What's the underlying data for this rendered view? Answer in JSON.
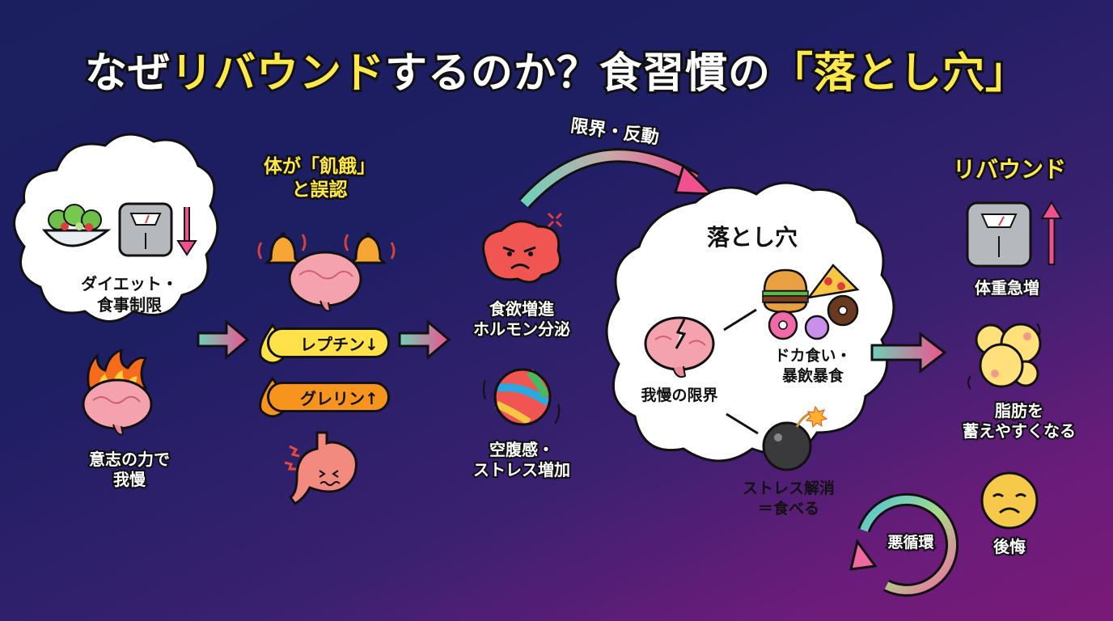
{
  "title": {
    "part1": "なぜ",
    "part2": "リバウンド",
    "part3": "するのか？食習慣の",
    "part4": "「落とし穴」"
  },
  "colors": {
    "bg_top_left": "#1b1f5f",
    "bg_bottom_right": "#7a1a78",
    "accent_yellow": "#ffe84a",
    "accent_pink": "#f0508f",
    "accent_teal": "#6fd0b8",
    "leptin_pill": "#ffe24a",
    "ghrelin_pill": "#f7941d"
  },
  "step1": {
    "cloud_label": "ダイエット・\n食事制限",
    "icons": [
      "salad-bowl-icon",
      "bathroom-scale-icon",
      "arrow-down-icon"
    ],
    "sub_label": "意志の力で\n我慢",
    "sub_icon": "burning-brain-icon"
  },
  "step2": {
    "heading": "体が「飢餓」\nと誤認",
    "icon": "alarm-bells-brain-icon",
    "hormones": [
      {
        "label": "レプチン↓",
        "icon": "drop-icon",
        "color": "#ffe24a"
      },
      {
        "label": "グレリン↑",
        "icon": "drop-icon",
        "color": "#f7941d"
      }
    ],
    "bottom_icon": "upset-stomach-icon"
  },
  "step3": {
    "items": [
      {
        "label": "食欲増進\nホルモン分泌",
        "icon": "angry-brain-icon"
      },
      {
        "label": "空腹感・\nストレス増加",
        "icon": "bouncing-ball-icon"
      }
    ]
  },
  "arc_label": "限界・反動",
  "pitfall": {
    "heading": "落とし穴",
    "items": [
      {
        "label": "我慢の限界",
        "icon": "broken-brain-icon"
      },
      {
        "label": "ドカ食い・\n暴飲暴食",
        "icon": "junk-food-icon"
      },
      {
        "label": "ストレス解消\n＝食べる",
        "icon": "bomb-icon"
      }
    ]
  },
  "rebound": {
    "heading": "リバウンド",
    "items": [
      {
        "label": "体重急増",
        "icon": "scale-arrow-up-icon"
      },
      {
        "label": "脂肪を\n蓄えやすくなる",
        "icon": "fat-cells-icon"
      },
      {
        "label": "後悔",
        "icon": "sad-face-icon"
      }
    ]
  },
  "cycle_label": "悪循環"
}
